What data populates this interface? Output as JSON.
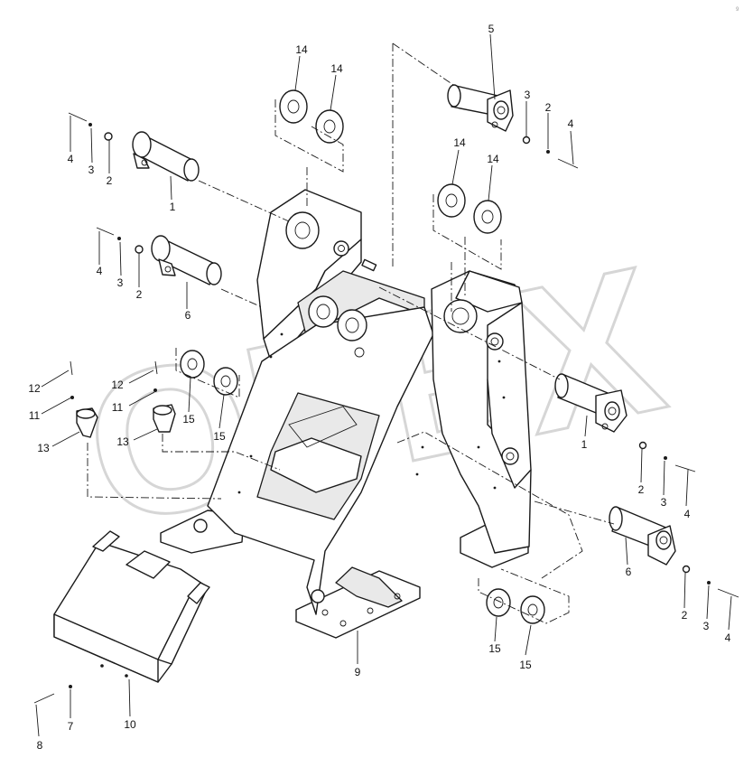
{
  "diagram": {
    "watermark_text": "OPEX",
    "corner_mark": "9",
    "callouts": [
      {
        "id": "c14a",
        "text": "14"
      },
      {
        "id": "c14b",
        "text": "14"
      },
      {
        "id": "c5",
        "text": "5"
      },
      {
        "id": "c3a",
        "text": "3"
      },
      {
        "id": "c2a",
        "text": "2"
      },
      {
        "id": "c4a",
        "text": "4"
      },
      {
        "id": "c4b",
        "text": "4"
      },
      {
        "id": "c3b",
        "text": "3"
      },
      {
        "id": "c2b",
        "text": "2"
      },
      {
        "id": "c1a",
        "text": "1"
      },
      {
        "id": "c14c",
        "text": "14"
      },
      {
        "id": "c14d",
        "text": "14"
      },
      {
        "id": "c4c",
        "text": "4"
      },
      {
        "id": "c3c",
        "text": "3"
      },
      {
        "id": "c2c",
        "text": "2"
      },
      {
        "id": "c6a",
        "text": "6"
      },
      {
        "id": "c12a",
        "text": "12"
      },
      {
        "id": "c11a",
        "text": "11"
      },
      {
        "id": "c13a",
        "text": "13"
      },
      {
        "id": "c12b",
        "text": "12"
      },
      {
        "id": "c11b",
        "text": "11"
      },
      {
        "id": "c13b",
        "text": "13"
      },
      {
        "id": "c15a",
        "text": "15"
      },
      {
        "id": "c15b",
        "text": "15"
      },
      {
        "id": "c1b",
        "text": "1"
      },
      {
        "id": "c2d",
        "text": "2"
      },
      {
        "id": "c3d",
        "text": "3"
      },
      {
        "id": "c4d",
        "text": "4"
      },
      {
        "id": "c6b",
        "text": "6"
      },
      {
        "id": "c2e",
        "text": "2"
      },
      {
        "id": "c3e",
        "text": "3"
      },
      {
        "id": "c4e",
        "text": "4"
      },
      {
        "id": "c15c",
        "text": "15"
      },
      {
        "id": "c15d",
        "text": "15"
      },
      {
        "id": "c9",
        "text": "9"
      },
      {
        "id": "c7",
        "text": "7"
      },
      {
        "id": "c10",
        "text": "10"
      },
      {
        "id": "c8",
        "text": "8"
      }
    ]
  }
}
